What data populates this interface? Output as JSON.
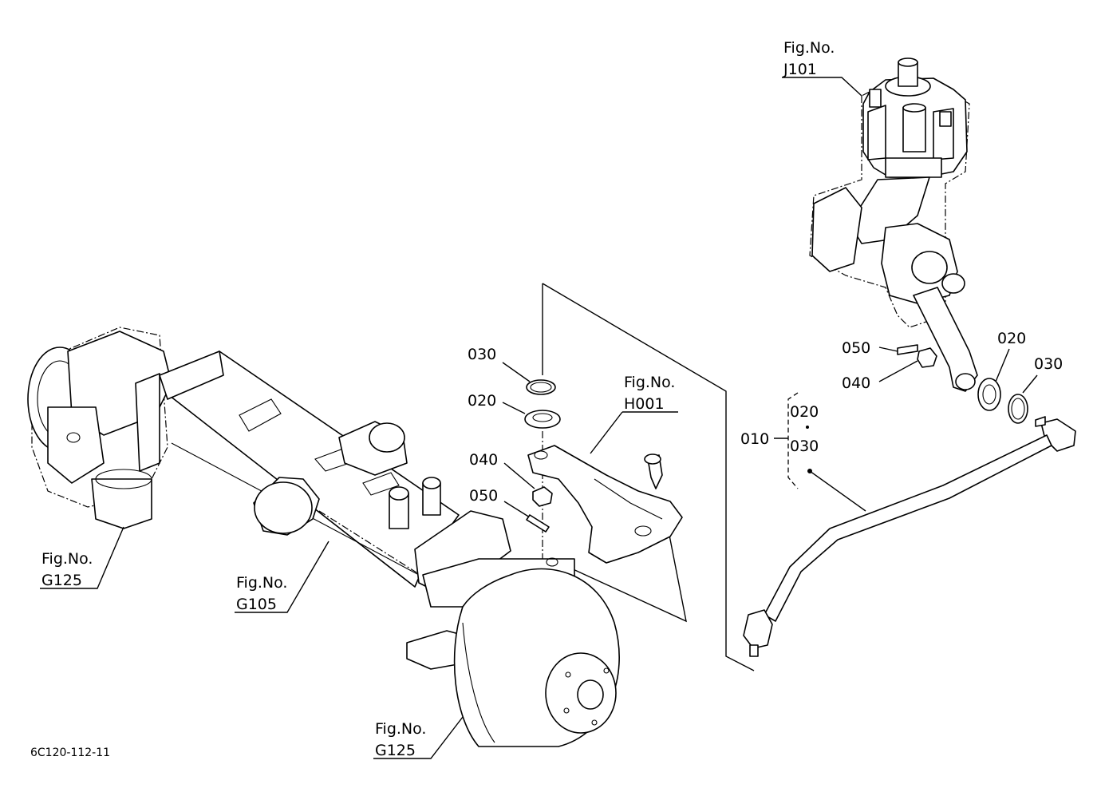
{
  "diagram": {
    "doc_code": "6C120-112-11",
    "fig_refs": [
      {
        "label": "Fig.No.",
        "code": "J101"
      },
      {
        "label": "Fig.No.",
        "code": "H001"
      },
      {
        "label": "Fig.No.",
        "code": "G125"
      },
      {
        "label": "Fig.No.",
        "code": "G105"
      },
      {
        "label": "Fig.No.",
        "code": "G125"
      }
    ],
    "parts": [
      {
        "no": "030"
      },
      {
        "no": "020"
      },
      {
        "no": "040"
      },
      {
        "no": "050"
      },
      {
        "no": "050"
      },
      {
        "no": "040"
      },
      {
        "no": "020"
      },
      {
        "no": "030"
      }
    ],
    "assembly": {
      "no": "010",
      "sub_parts": [
        "020",
        "030"
      ]
    }
  }
}
